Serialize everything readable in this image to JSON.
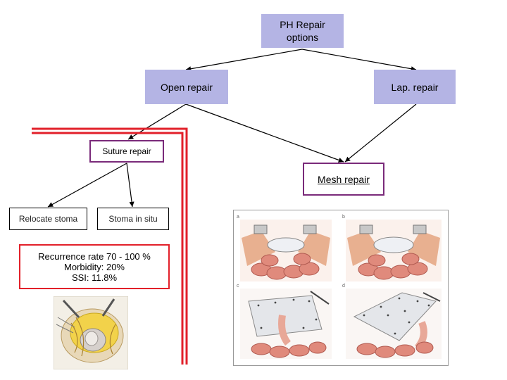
{
  "root": {
    "line1": "PH Repair",
    "line2": "options"
  },
  "open_repair": "Open repair",
  "lap_repair": "Lap. repair",
  "suture_repair": "Suture repair",
  "mesh_repair": "Mesh repair",
  "relocate_stoma": "Relocate stoma",
  "stoma_in_situ": "Stoma in situ",
  "stats": {
    "recurrence": "Recurrence rate 70 - 100 %",
    "morbidity": "Morbidity: 20%",
    "ssi": "SSI: 11.8%"
  },
  "panel_labels": [
    "a",
    "b",
    "c",
    "d"
  ],
  "colors": {
    "node_fill": "#b4b4e4",
    "accent_border": "#7a2a7a",
    "highlight": "#e2202a"
  }
}
